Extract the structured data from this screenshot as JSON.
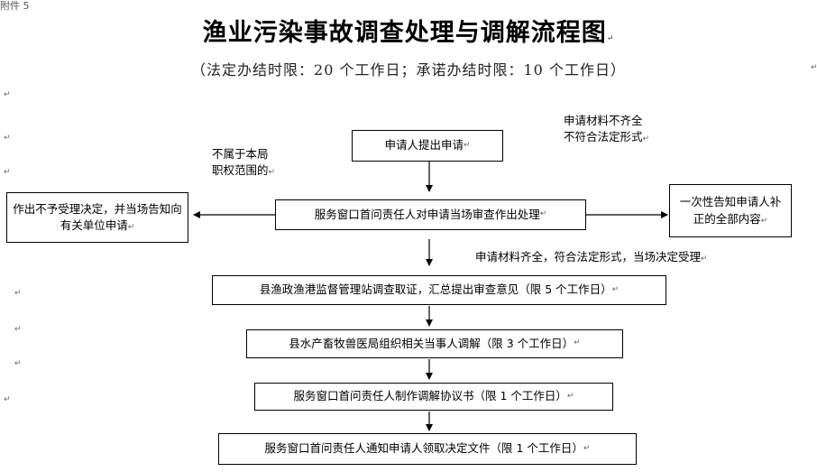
{
  "corner_label": "附件 5",
  "title": "渔业污染事故调查处理与调解流程图",
  "subtitle": "（法定办结时限：20 个工作日；承诺办结时限：10 个工作日）",
  "return_mark": "↵",
  "nodes": {
    "apply": "申请人提出申请",
    "review": "服务窗口首问责任人对申请当场审查作出处理",
    "reject": "作出不予受理决定，并当场告知向有关单位申请",
    "notify_fix": "一次性告知申请人补正的全部内容",
    "investigate": "县渔政渔港监督管理站调查取证，汇总提出审查意见（限 5 个工作日）",
    "mediate": "县水产畜牧兽医局组织相关当事人调解（限 3 个工作日）",
    "agreement": "服务窗口首问责任人制作调解协议书（限 1 个工作日）",
    "notify_pickup": "服务窗口首问责任人通知申请人领取决定文件（限 1 个工作日）"
  },
  "notes": {
    "incomplete_line1": "申请材料不齐全",
    "incomplete_line2": "不符合法定形式",
    "out_of_scope_line1": "不属于本局",
    "out_of_scope_line2": "职权范围的",
    "accepted": "申请材料齐全，符合法定形式，当场决定受理"
  }
}
